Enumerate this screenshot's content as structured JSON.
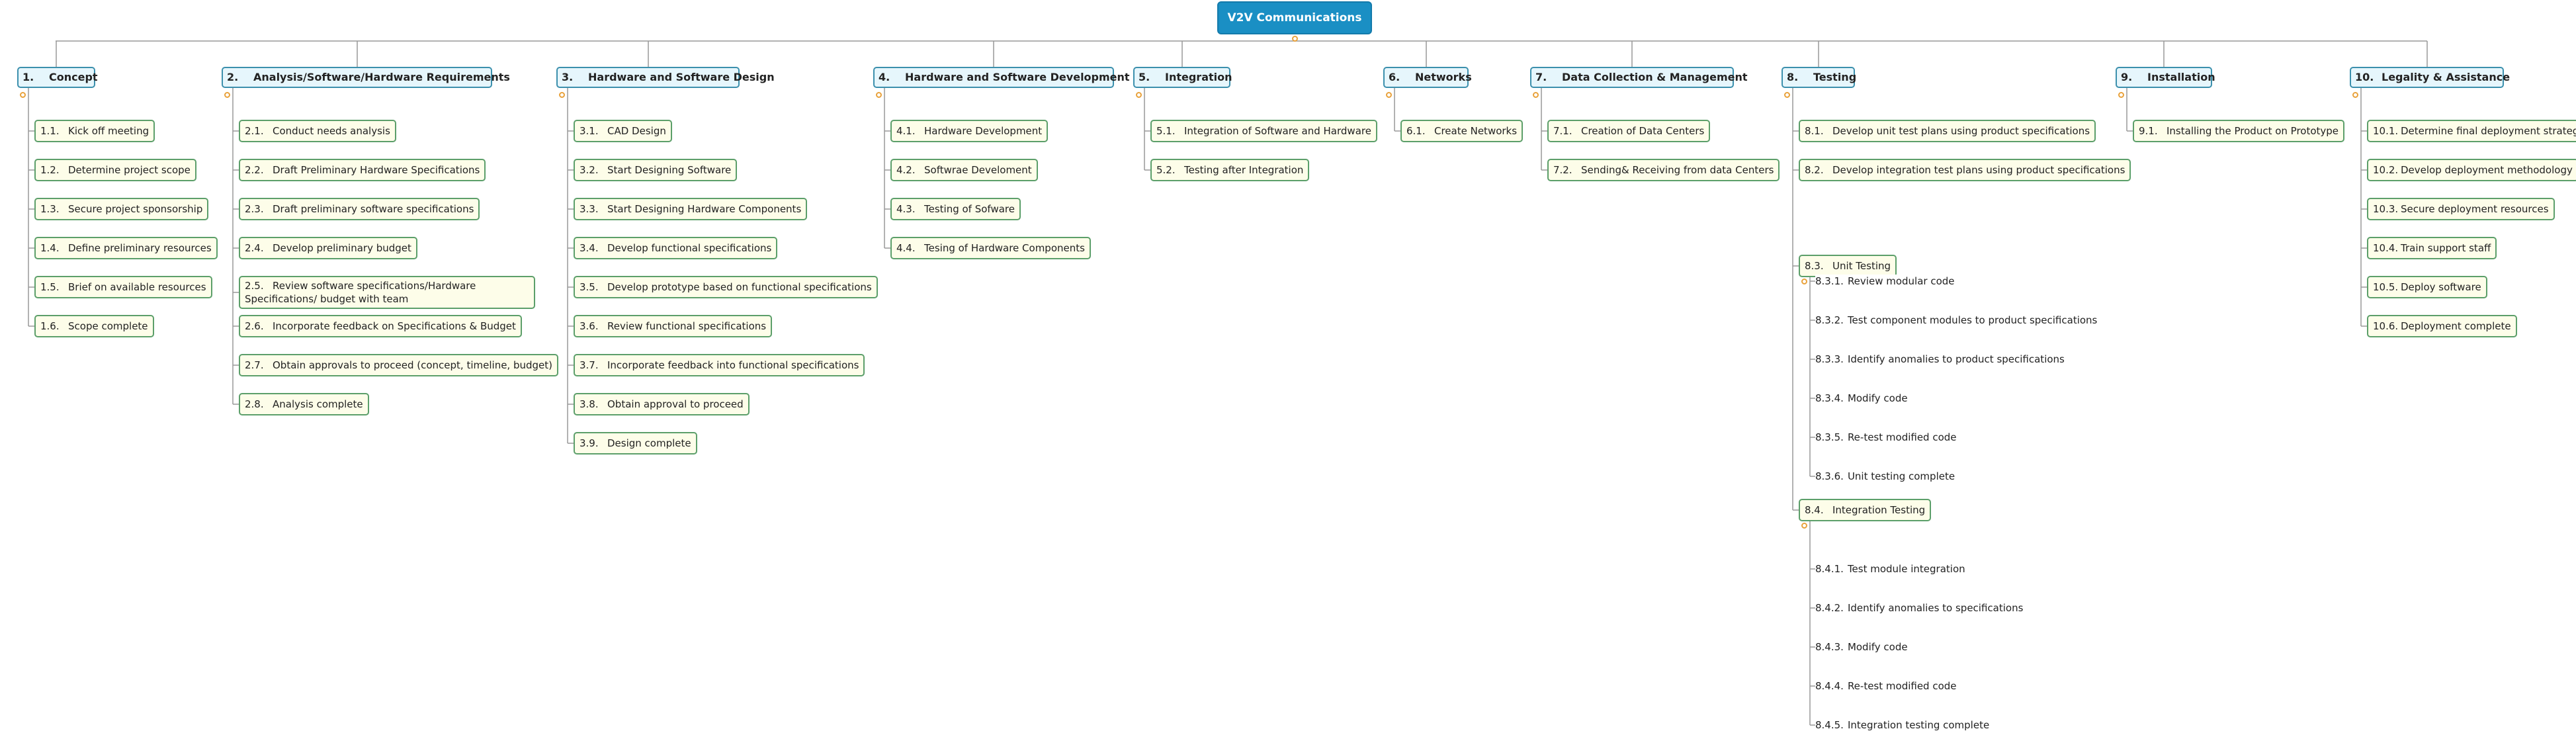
{
  "root": {
    "label": "V2V Communications"
  },
  "branches": [
    {
      "num": "1.",
      "label": "Concept",
      "items": [
        {
          "num": "1.1.",
          "label": "Kick off meeting"
        },
        {
          "num": "1.2.",
          "label": "Determine project scope"
        },
        {
          "num": "1.3.",
          "label": "Secure project sponsorship"
        },
        {
          "num": "1.4.",
          "label": "Define preliminary resources"
        },
        {
          "num": "1.5.",
          "label": "Brief on available resources"
        },
        {
          "num": "1.6.",
          "label": "Scope complete"
        }
      ]
    },
    {
      "num": "2.",
      "label": "Analysis/Software/Hardware Requirements",
      "items": [
        {
          "num": "2.1.",
          "label": "Conduct needs analysis"
        },
        {
          "num": "2.2.",
          "label": "Draft Preliminary Hardware Specifications"
        },
        {
          "num": "2.3.",
          "label": "Draft preliminary software specifications"
        },
        {
          "num": "2.4.",
          "label": "Develop preliminary budget"
        },
        {
          "num": "2.5.",
          "label": "Review software specifications/Hardware Specifications/ budget with team"
        },
        {
          "num": "2.6.",
          "label": "Incorporate feedback on Specifications & Budget"
        },
        {
          "num": "2.7.",
          "label": "Obtain approvals to proceed (concept, timeline, budget)"
        },
        {
          "num": "2.8.",
          "label": "Analysis complete"
        }
      ]
    },
    {
      "num": "3.",
      "label": "Hardware and Software Design",
      "items": [
        {
          "num": "3.1.",
          "label": "CAD Design"
        },
        {
          "num": "3.2.",
          "label": "Start Designing Software"
        },
        {
          "num": "3.3.",
          "label": "Start Designing Hardware Components"
        },
        {
          "num": "3.4.",
          "label": "Develop functional specifications"
        },
        {
          "num": "3.5.",
          "label": "Develop prototype based on functional specifications"
        },
        {
          "num": "3.6.",
          "label": "Review functional specifications"
        },
        {
          "num": "3.7.",
          "label": "Incorporate feedback into functional specifications"
        },
        {
          "num": "3.8.",
          "label": "Obtain approval to proceed"
        },
        {
          "num": "3.9.",
          "label": "Design complete"
        }
      ]
    },
    {
      "num": "4.",
      "label": "Hardware and Software Development",
      "items": [
        {
          "num": "4.1.",
          "label": "Hardware Development"
        },
        {
          "num": "4.2.",
          "label": "Softwrae Develoment"
        },
        {
          "num": "4.3.",
          "label": "Testing of Sofware"
        },
        {
          "num": "4.4.",
          "label": "Tesing of Hardware Components"
        }
      ]
    },
    {
      "num": "5.",
      "label": "Integration",
      "items": [
        {
          "num": "5.1.",
          "label": "Integration of Software and Hardware"
        },
        {
          "num": "5.2.",
          "label": "Testing after Integration"
        }
      ]
    },
    {
      "num": "6.",
      "label": "Networks",
      "items": [
        {
          "num": "6.1.",
          "label": "Create Networks"
        }
      ]
    },
    {
      "num": "7.",
      "label": "Data Collection & Management",
      "items": [
        {
          "num": "7.1.",
          "label": "Creation of Data Centers"
        },
        {
          "num": "7.2.",
          "label": "Sending& Receiving from data Centers"
        }
      ]
    },
    {
      "num": "8.",
      "label": "Testing",
      "items": [
        {
          "num": "8.1.",
          "label": "Develop unit test plans using product specifications"
        },
        {
          "num": "8.2.",
          "label": "Develop integration test plans using product specifications"
        },
        {
          "num": "8.3.",
          "label": "Unit Testing",
          "children": [
            {
              "num": "8.3.1.",
              "label": "Review modular code"
            },
            {
              "num": "8.3.2.",
              "label": "Test component modules to product specifications"
            },
            {
              "num": "8.3.3.",
              "label": "Identify anomalies to product specifications"
            },
            {
              "num": "8.3.4.",
              "label": "Modify code"
            },
            {
              "num": "8.3.5.",
              "label": "Re-test modified code"
            },
            {
              "num": "8.3.6.",
              "label": "Unit testing complete"
            }
          ]
        },
        {
          "num": "8.4.",
          "label": "Integration Testing",
          "children": [
            {
              "num": "8.4.1.",
              "label": "Test module integration"
            },
            {
              "num": "8.4.2.",
              "label": "Identify anomalies to specifications"
            },
            {
              "num": "8.4.3.",
              "label": "Modify code"
            },
            {
              "num": "8.4.4.",
              "label": "Re-test modified code"
            },
            {
              "num": "8.4.5.",
              "label": "Integration testing complete"
            }
          ]
        }
      ]
    },
    {
      "num": "9.",
      "label": "Installation",
      "items": [
        {
          "num": "9.1.",
          "label": "Installing the Product on Prototype"
        }
      ]
    },
    {
      "num": "10.",
      "label": "Legality & Assistance",
      "items": [
        {
          "num": "10.1.",
          "label": "Determine final deployment strategy"
        },
        {
          "num": "10.2.",
          "label": "Develop deployment methodology"
        },
        {
          "num": "10.3.",
          "label": "Secure deployment resources"
        },
        {
          "num": "10.4.",
          "label": "Train support staff"
        },
        {
          "num": "10.5.",
          "label": "Deploy software"
        },
        {
          "num": "10.6.",
          "label": "Deployment complete"
        }
      ]
    }
  ],
  "colors": {
    "root": "#1a8fc4",
    "branch_fill": "#e6f6fc",
    "branch_border": "#3c90ad",
    "leaf_fill": "#fdfde9",
    "leaf_border": "#5c9f6a",
    "connector": "#999999",
    "collapse_dot": "#e9a23b"
  }
}
